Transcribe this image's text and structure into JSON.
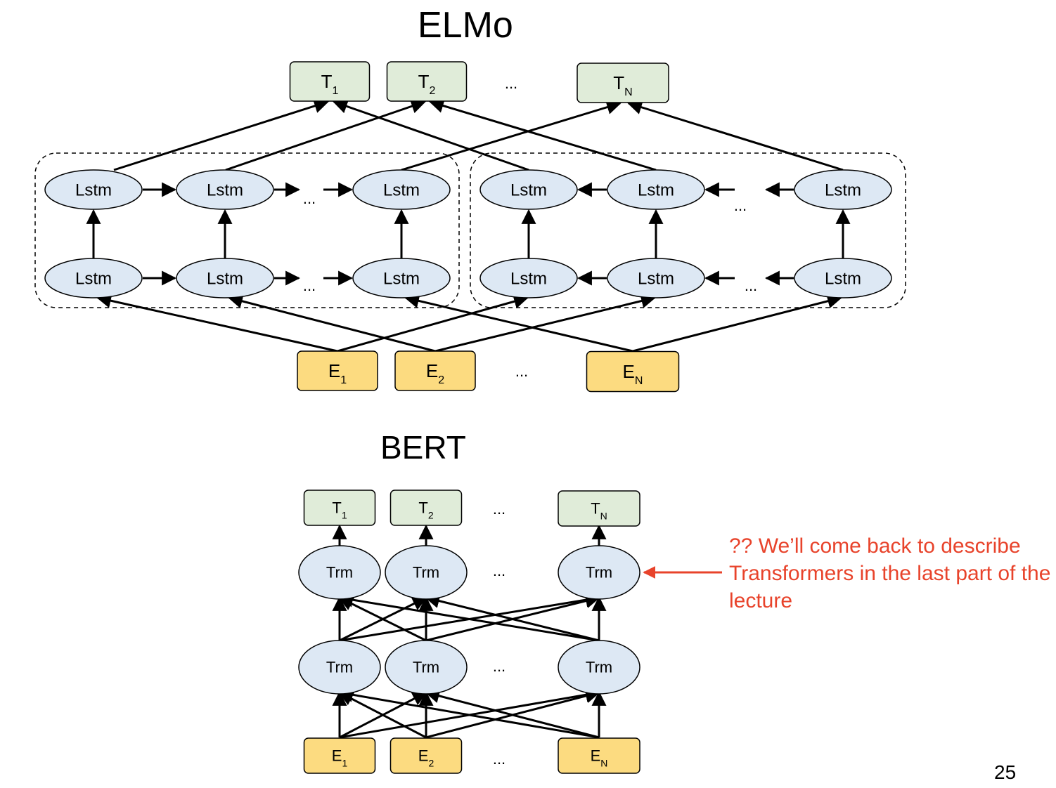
{
  "elmo": {
    "title": "ELMo",
    "outputs": [
      {
        "main": "T",
        "sub": "1"
      },
      {
        "main": "T",
        "sub": "2"
      },
      {
        "main": "T",
        "sub": "N"
      }
    ],
    "inputs": [
      {
        "main": "E",
        "sub": "1"
      },
      {
        "main": "E",
        "sub": "2"
      },
      {
        "main": "E",
        "sub": "N"
      }
    ],
    "cell_label": "Lstm",
    "ellipsis": "..."
  },
  "bert": {
    "title": "BERT",
    "outputs": [
      {
        "main": "T",
        "sub": "1"
      },
      {
        "main": "T",
        "sub": "2"
      },
      {
        "main": "T",
        "sub": "N"
      }
    ],
    "inputs": [
      {
        "main": "E",
        "sub": "1"
      },
      {
        "main": "E",
        "sub": "2"
      },
      {
        "main": "E",
        "sub": "N"
      }
    ],
    "cell_label": "Trm",
    "ellipsis": "..."
  },
  "annotation": "?? We’ll come back to describe Transformers in the last part of the lecture",
  "page_number": "25",
  "colors": {
    "output_fill": "#e0ecd9",
    "input_fill": "#fcdb80",
    "cell_fill": "#dde8f4",
    "annotation": "#e8432b"
  }
}
